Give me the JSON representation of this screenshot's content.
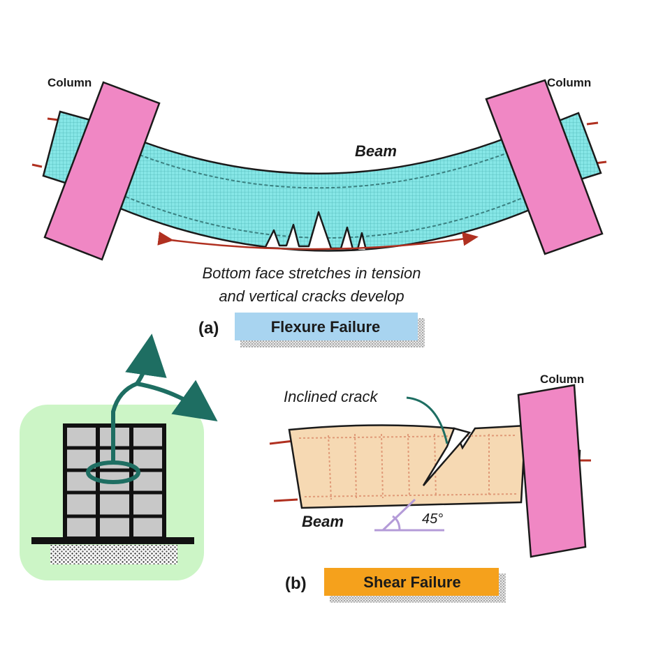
{
  "panel_a": {
    "column_left": "Column",
    "column_right": "Column",
    "beam": "Beam",
    "caption_line1": "Bottom face stretches in tension",
    "caption_line2": "and vertical cracks develop",
    "tag": "(a)",
    "title": "Flexure Failure"
  },
  "panel_b": {
    "column": "Column",
    "crack": "Inclined crack",
    "beam": "Beam",
    "angle": "45°",
    "tag": "(b)",
    "title": "Shear Failure"
  },
  "colors": {
    "column": "#f087c4",
    "beam_a": "#7fe3e3",
    "beam_b": "#f6d9b3",
    "arrow_red": "#b03020",
    "teal": "#1e6e62",
    "label_blue": "#a8d4f0",
    "label_orange": "#f5a11c",
    "green_bg": "#ccf5c6",
    "angle_purple": "#b49bd8"
  },
  "icons": [
    "building-icon",
    "branch-arrow-icon"
  ]
}
